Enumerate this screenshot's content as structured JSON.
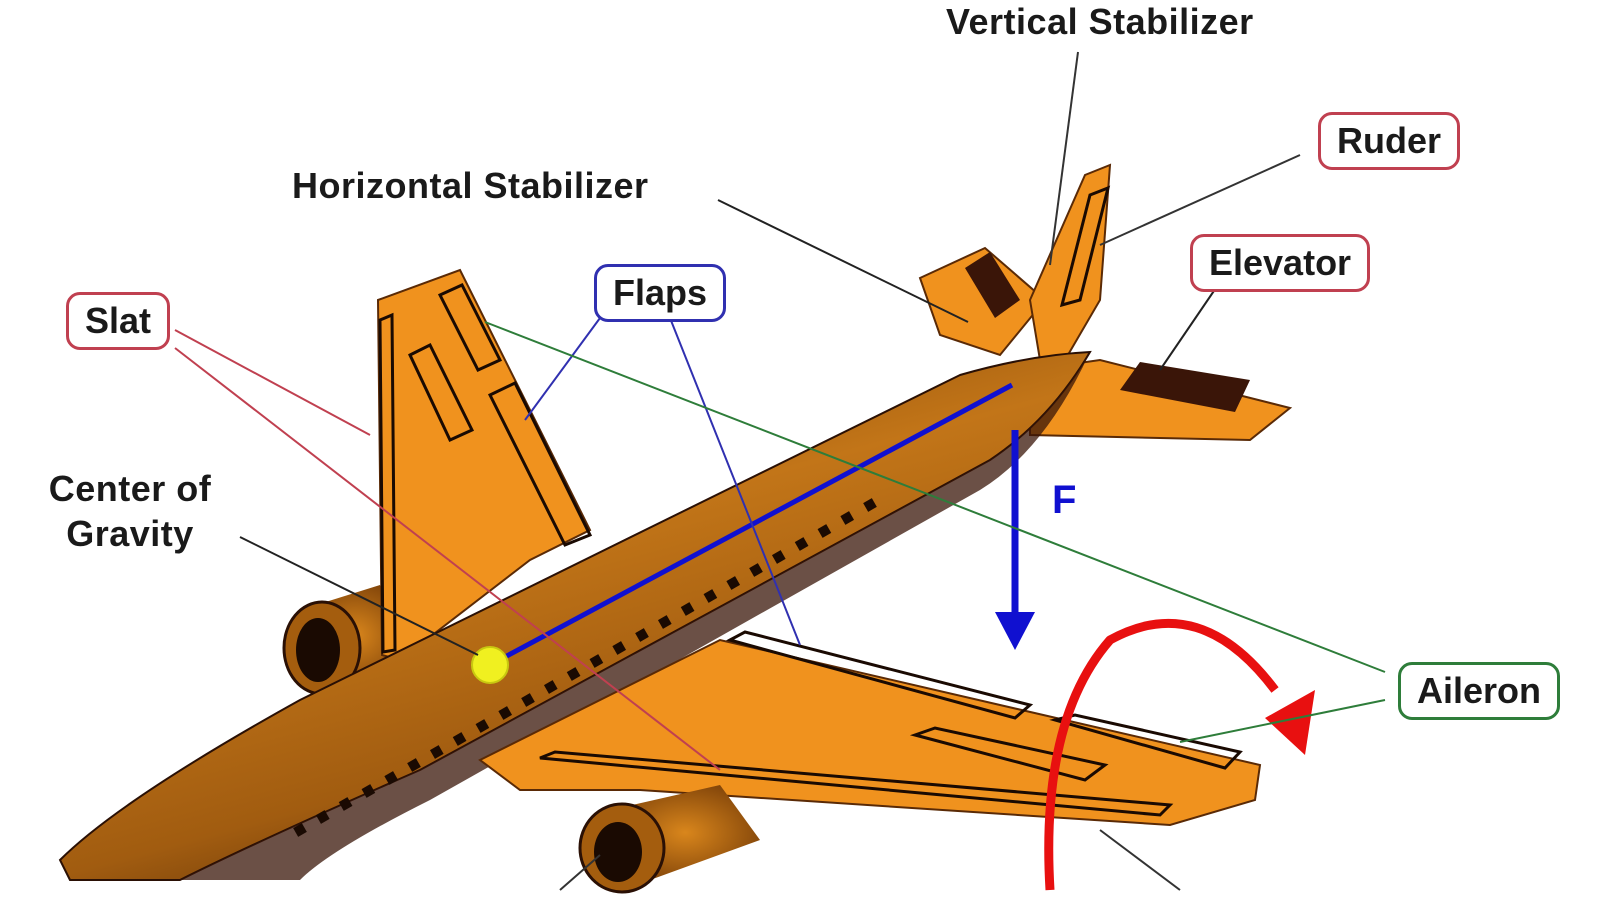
{
  "labels": {
    "vertical_stabilizer": "Vertical Stabilizer",
    "horizontal_stabilizer": "Horizontal Stabilizer",
    "center_of_gravity_line1": "Center of",
    "center_of_gravity_line2": "Gravity",
    "force": "F"
  },
  "boxes": {
    "ruder": "Ruder",
    "elevator": "Elevator",
    "slat": "Slat",
    "flaps": "Flaps",
    "aileron": "Aileron"
  },
  "colors": {
    "body_orange": "#f0921e",
    "fuselage_brown": "#b96a10",
    "dark_brown": "#3a1a08",
    "slat_box": "#c04050",
    "flaps_box": "#3030b0",
    "aileron_box": "#2e7d3a",
    "force_arrow": "#1010d0",
    "roll_arrow": "#e81010",
    "cg_dot": "#f0f020"
  }
}
